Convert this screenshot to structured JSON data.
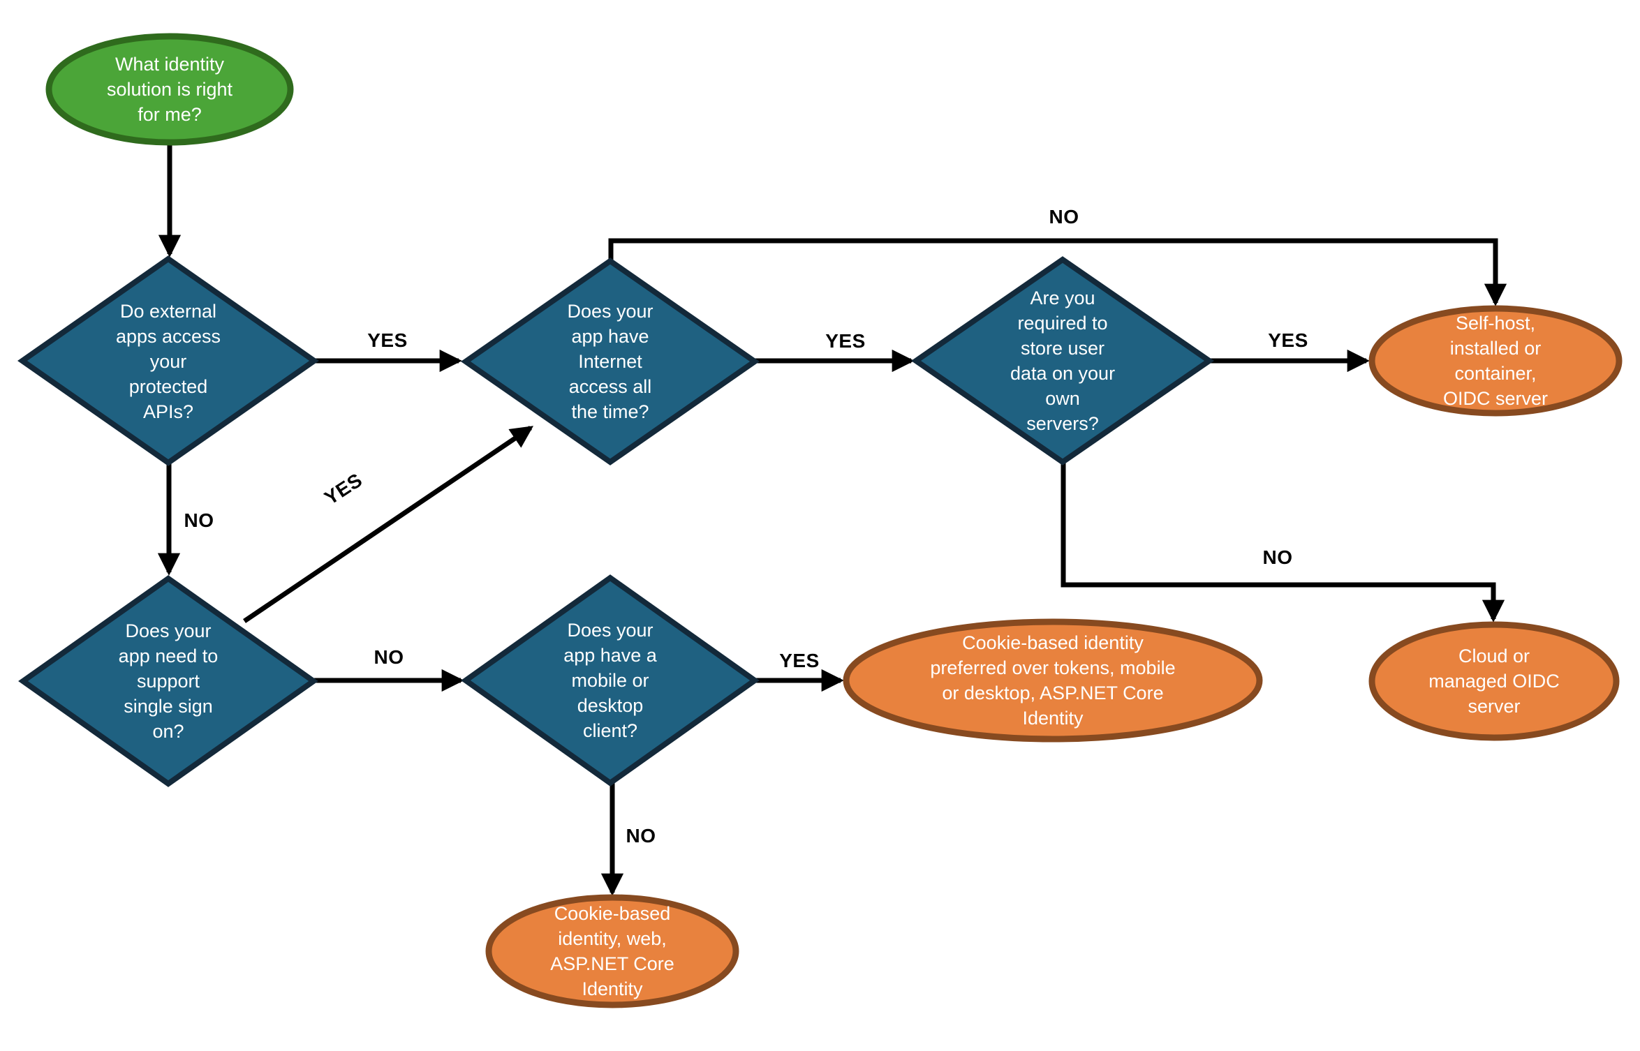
{
  "diagram": {
    "type": "flowchart",
    "background": "#ffffff"
  },
  "colors": {
    "decision_fill": "#1f6181",
    "decision_border": "#13293a",
    "start_fill": "#4ba538",
    "start_border": "#2f6b1d",
    "result_fill": "#e8823e",
    "result_border": "#874a20",
    "edge_line": "#000000",
    "node_text": "#ffffff",
    "edge_label_text": "#000000"
  },
  "nodes": [
    {
      "id": "start",
      "type": "start",
      "label": "What identity\nsolution is right\nfor me?"
    },
    {
      "id": "external_apis",
      "type": "decision",
      "label": "Do external\napps access\nyour\nprotected\nAPIs?"
    },
    {
      "id": "internet_access",
      "type": "decision",
      "label": "Does your\napp have\nInternet\naccess all\nthe time?"
    },
    {
      "id": "store_user_data",
      "type": "decision",
      "label": "Are you\nrequired to\nstore user\ndata on your\nown\nservers?"
    },
    {
      "id": "self_host",
      "type": "result",
      "label": "Self-host,\ninstalled or\ncontainer,\nOIDC server"
    },
    {
      "id": "single_sign_on",
      "type": "decision",
      "label": "Does your\napp need to\nsupport\nsingle sign\non?"
    },
    {
      "id": "mobile_desktop",
      "type": "decision",
      "label": "Does your\napp have a\nmobile or\ndesktop\nclient?"
    },
    {
      "id": "cookie_preferred",
      "type": "result",
      "label": "Cookie-based identity\npreferred over tokens, mobile\nor desktop, ASP.NET Core\nIdentity"
    },
    {
      "id": "cloud_managed",
      "type": "result",
      "label": "Cloud or\nmanaged OIDC\nserver"
    },
    {
      "id": "cookie_web",
      "type": "result",
      "label": "Cookie-based\nidentity, web,\nASP.NET Core\nIdentity"
    }
  ],
  "edges": [
    {
      "from": "start",
      "to": "external_apis",
      "label": ""
    },
    {
      "from": "external_apis",
      "to": "internet_access",
      "label": "YES"
    },
    {
      "from": "external_apis",
      "to": "single_sign_on",
      "label": "NO"
    },
    {
      "from": "single_sign_on",
      "to": "internet_access",
      "label": "YES"
    },
    {
      "from": "internet_access",
      "to": "self_host",
      "label": "NO"
    },
    {
      "from": "internet_access",
      "to": "store_user_data",
      "label": "YES"
    },
    {
      "from": "store_user_data",
      "to": "self_host",
      "label": "YES"
    },
    {
      "from": "store_user_data",
      "to": "cloud_managed",
      "label": "NO"
    },
    {
      "from": "single_sign_on",
      "to": "mobile_desktop",
      "label": "NO"
    },
    {
      "from": "mobile_desktop",
      "to": "cookie_preferred",
      "label": "YES"
    },
    {
      "from": "mobile_desktop",
      "to": "cookie_web",
      "label": "NO"
    }
  ]
}
